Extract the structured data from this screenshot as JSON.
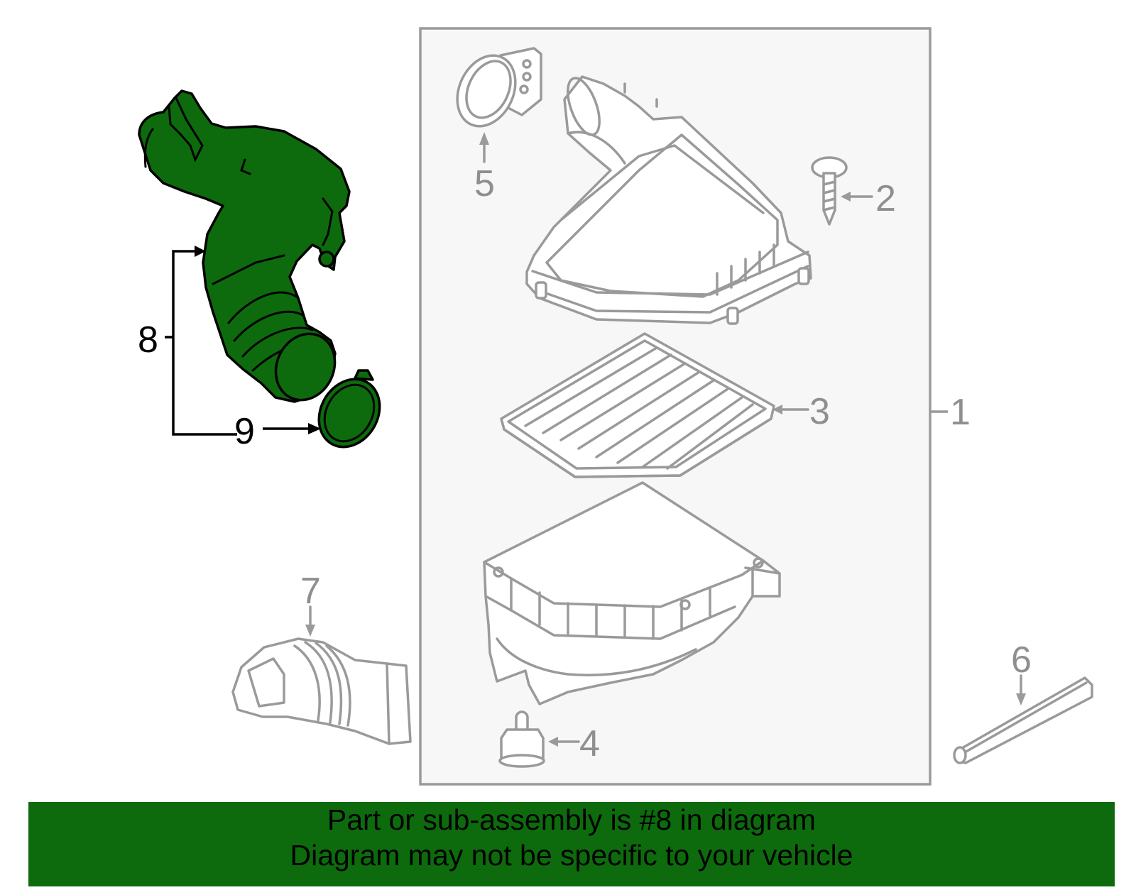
{
  "callouts": {
    "c1": "1",
    "c2": "2",
    "c3": "3",
    "c4": "4",
    "c5": "5",
    "c6": "6",
    "c7": "7",
    "c8": "8",
    "c9": "9"
  },
  "colors": {
    "highlight": "#0d6b0d",
    "banner": "#0d6b0d",
    "outline_grey": "#9a9a9a",
    "assembly_box_fill": "#f7f7f7"
  },
  "banner": {
    "line1": "Part or sub-assembly is #8 in diagram",
    "line2": "Diagram may not be specific to your vehicle"
  }
}
